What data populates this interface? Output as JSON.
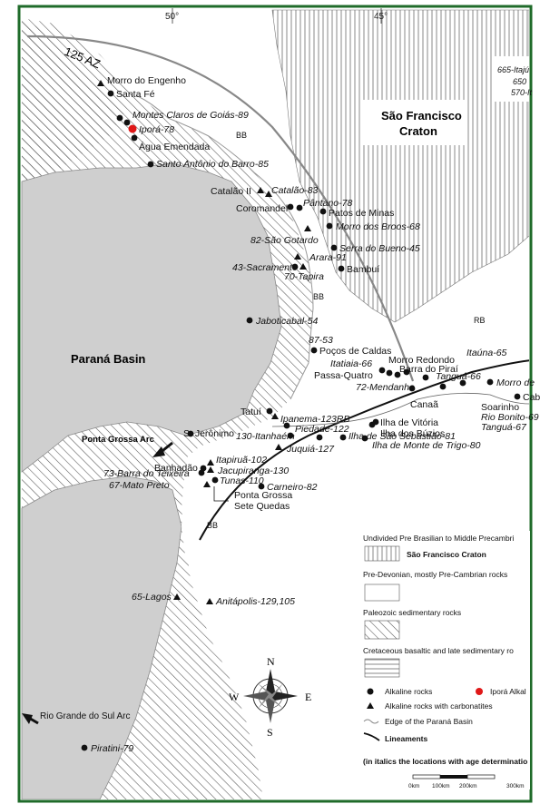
{
  "longitude_ticks": [
    "50°",
    "45°"
  ],
  "regions": {
    "parana_basin": "Paraná Basin",
    "sao_francisco_craton_line1": "São Francisco",
    "sao_francisco_craton_line2": "Craton",
    "ponta_grossa_arc": "Ponta Grossa Arc",
    "rio_grande_do_sul_arc": "Rio Grande do Sul Arc",
    "az125": "125 AZ",
    "bb1": "BB",
    "bb2": "BB",
    "bb3": "BB",
    "rb": "RB"
  },
  "localities": {
    "morro_engenho": "Morro do Engenho",
    "santa_fe": "Santa Fé",
    "montes_claros": "Montes Claros de Goiás-89",
    "ipora": "Iporá-78",
    "agua_emendada": "Água Emendada",
    "santo_antonio": "Santo Antônio do Barro-85",
    "catalao2": "Catalão II",
    "catalao83": "Catalão-83",
    "pantano": "Pântano-78",
    "coromandel": "Coromandel",
    "patos": "Patos de Minas",
    "morro_broos": "Morro dos Broos-68",
    "sao_gotardo": "82-São Gotardo",
    "serra_bueno": "Serra do Bueno-45",
    "arara": "Arara-91",
    "sacramento": "43-Sacramento",
    "tapira": "70-Tapira",
    "bambui": "Bambuí",
    "jaboticabal": "Jaboticabal-54",
    "n87_53": "87-53",
    "pocos": "Poços de Caldas",
    "morro_redondo": "Morro Redondo",
    "itatiaia": "Itatiaia-66",
    "barra_pirai": "Barra do Piraí",
    "itauna": "Itaúna-65",
    "passa_quatro": "Passa-Quatro",
    "tangua66": "Tanguá-66",
    "mendanha": "72-Mendanha",
    "morro_de": "Morro de",
    "canaa": "Canaã",
    "cabo_frio": "Cabo Frio",
    "soarinho": "Soarinho",
    "rio_bonito": "Rio Bonito-69",
    "tangua67": "Tanguá-67",
    "tatui": "Tatuí",
    "ipanema": "Ipanema-123RB",
    "itanhaem": "130-Itanhaém",
    "ilha_vitoria": "Ilha de Vitória",
    "ilha_buzios": "Ilha dos Búzios",
    "piedade": "Piedade-122",
    "ilha_sao_sebastiao": "Ilha de São Sebastião-81",
    "ilha_monte_trigo": "Ilha de Monte de Trigo-80",
    "juquia": "Juquiá-127",
    "s_jeronimo": "S. Jerônimo",
    "itapirua": "Itapiruã-102",
    "banhadao": "Banhadão",
    "jacupiranga": "Jacupiranga-130",
    "barra_teixeira": "73-Barra do Teixeira",
    "tunas": "Tunas-110",
    "mato_preto": "67-Mato Preto",
    "carneiro": "Carneiro-82",
    "ponta_grossa_sq1": "Ponta Grossa",
    "ponta_grossa_sq2": "Sete Quedas",
    "lagos": "65-Lagos",
    "anitapolis": "Anitápolis-129,105",
    "piratini": "Piratini-79",
    "top_right_1": "665-Itajú",
    "top_right_2": "650",
    "top_right_3": "570-It"
  },
  "legend": {
    "heading1": "Undivided Pre Brasilian to Middle Precambri",
    "sfc": "São Francisco Craton",
    "pre_devonian": "Pre-Devonian, mostly Pre-Cambrian rocks",
    "paleozoic": "Paleozoic sedimentary rocks",
    "cretaceous": "Cretaceous basaltic and late sedimentary ro",
    "alkaline": "Alkaline rocks",
    "ipora_alk": "Iporá Alkal",
    "carbonatites": "Alkaline rocks with carbonatites",
    "edge": "Edge of the Paraná Basin",
    "lineaments": "Lineaments",
    "note": "(in italics the locations with age determinatio",
    "scale": [
      "0km",
      "100km",
      "200km",
      "300km"
    ]
  },
  "compass": {
    "n": "N",
    "s": "S",
    "e": "E",
    "w": "W"
  },
  "colors": {
    "frame": "#1f6b2a",
    "ipora": "#e01818",
    "basin_fill": "#cfcfcf"
  }
}
